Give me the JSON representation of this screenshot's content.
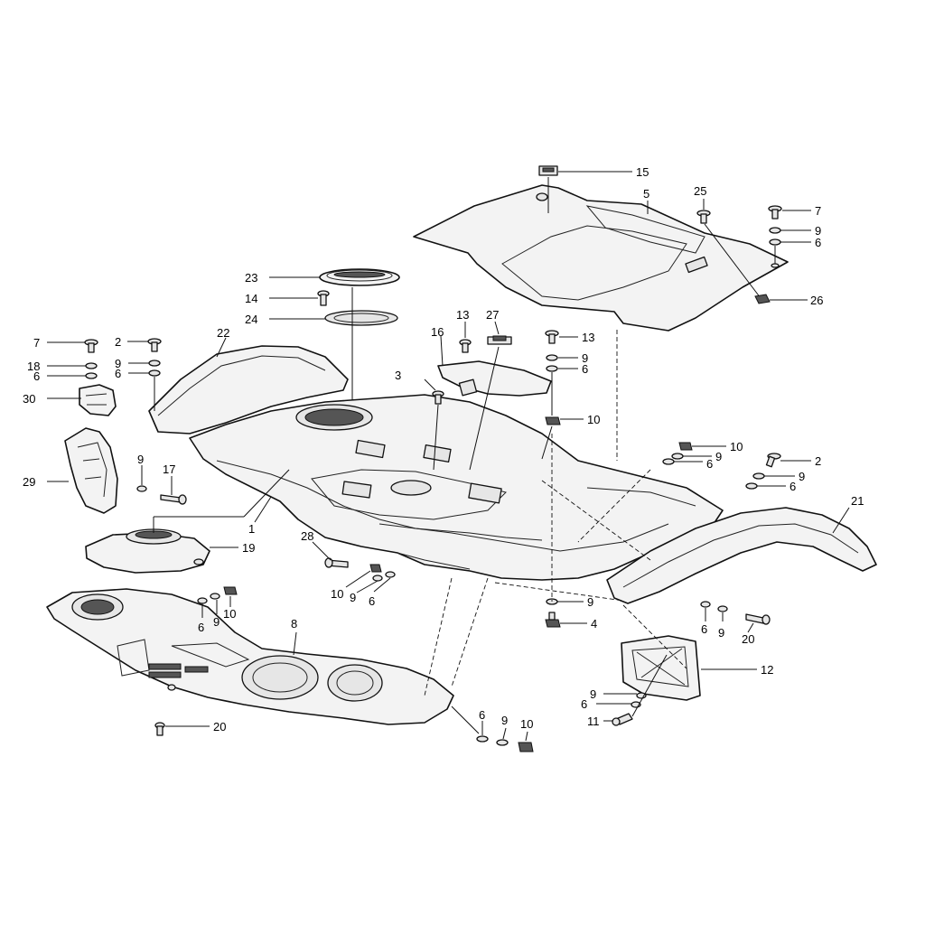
{
  "diagram": {
    "type": "exploded-parts-view",
    "callouts": [
      {
        "id": "c15a",
        "label": "15"
      },
      {
        "id": "c5",
        "label": "5"
      },
      {
        "id": "c25",
        "label": "25"
      },
      {
        "id": "c7a",
        "label": "7"
      },
      {
        "id": "c9a",
        "label": "9"
      },
      {
        "id": "c6a",
        "label": "6"
      },
      {
        "id": "c26",
        "label": "26"
      },
      {
        "id": "c23",
        "label": "23"
      },
      {
        "id": "c14",
        "label": "14"
      },
      {
        "id": "c24",
        "label": "24"
      },
      {
        "id": "c13a",
        "label": "13"
      },
      {
        "id": "c27",
        "label": "27"
      },
      {
        "id": "c13b",
        "label": "13"
      },
      {
        "id": "c9b",
        "label": "9"
      },
      {
        "id": "c6b",
        "label": "6"
      },
      {
        "id": "c16",
        "label": "16"
      },
      {
        "id": "c3",
        "label": "3"
      },
      {
        "id": "c10a",
        "label": "10"
      },
      {
        "id": "c7b",
        "label": "7"
      },
      {
        "id": "c2a",
        "label": "2"
      },
      {
        "id": "c22",
        "label": "22"
      },
      {
        "id": "c18",
        "label": "18"
      },
      {
        "id": "c9c",
        "label": "9"
      },
      {
        "id": "c6c",
        "label": "6"
      },
      {
        "id": "c6d",
        "label": "6"
      },
      {
        "id": "c30",
        "label": "30"
      },
      {
        "id": "c29",
        "label": "29"
      },
      {
        "id": "c9d",
        "label": "9"
      },
      {
        "id": "c17",
        "label": "17"
      },
      {
        "id": "c1",
        "label": "1"
      },
      {
        "id": "c19",
        "label": "19"
      },
      {
        "id": "c10b",
        "label": "10"
      },
      {
        "id": "c9e",
        "label": "9"
      },
      {
        "id": "c6e",
        "label": "6"
      },
      {
        "id": "c2b",
        "label": "2"
      },
      {
        "id": "c9f",
        "label": "9"
      },
      {
        "id": "c6f",
        "label": "6"
      },
      {
        "id": "c21",
        "label": "21"
      },
      {
        "id": "c28",
        "label": "28"
      },
      {
        "id": "c10c",
        "label": "10"
      },
      {
        "id": "c9g",
        "label": "9"
      },
      {
        "id": "c6g",
        "label": "6"
      },
      {
        "id": "c9h",
        "label": "9"
      },
      {
        "id": "c4",
        "label": "4"
      },
      {
        "id": "c8",
        "label": "8"
      },
      {
        "id": "c6h",
        "label": "6"
      },
      {
        "id": "c9i",
        "label": "9"
      },
      {
        "id": "c10d",
        "label": "10"
      },
      {
        "id": "c6i",
        "label": "6"
      },
      {
        "id": "c9j",
        "label": "9"
      },
      {
        "id": "c20a",
        "label": "20"
      },
      {
        "id": "c12",
        "label": "12"
      },
      {
        "id": "c9k",
        "label": "9"
      },
      {
        "id": "c6j",
        "label": "6"
      },
      {
        "id": "c11",
        "label": "11"
      },
      {
        "id": "c20b",
        "label": "20"
      },
      {
        "id": "c6k",
        "label": "6"
      },
      {
        "id": "c9l",
        "label": "9"
      },
      {
        "id": "c10e",
        "label": "10"
      }
    ]
  }
}
